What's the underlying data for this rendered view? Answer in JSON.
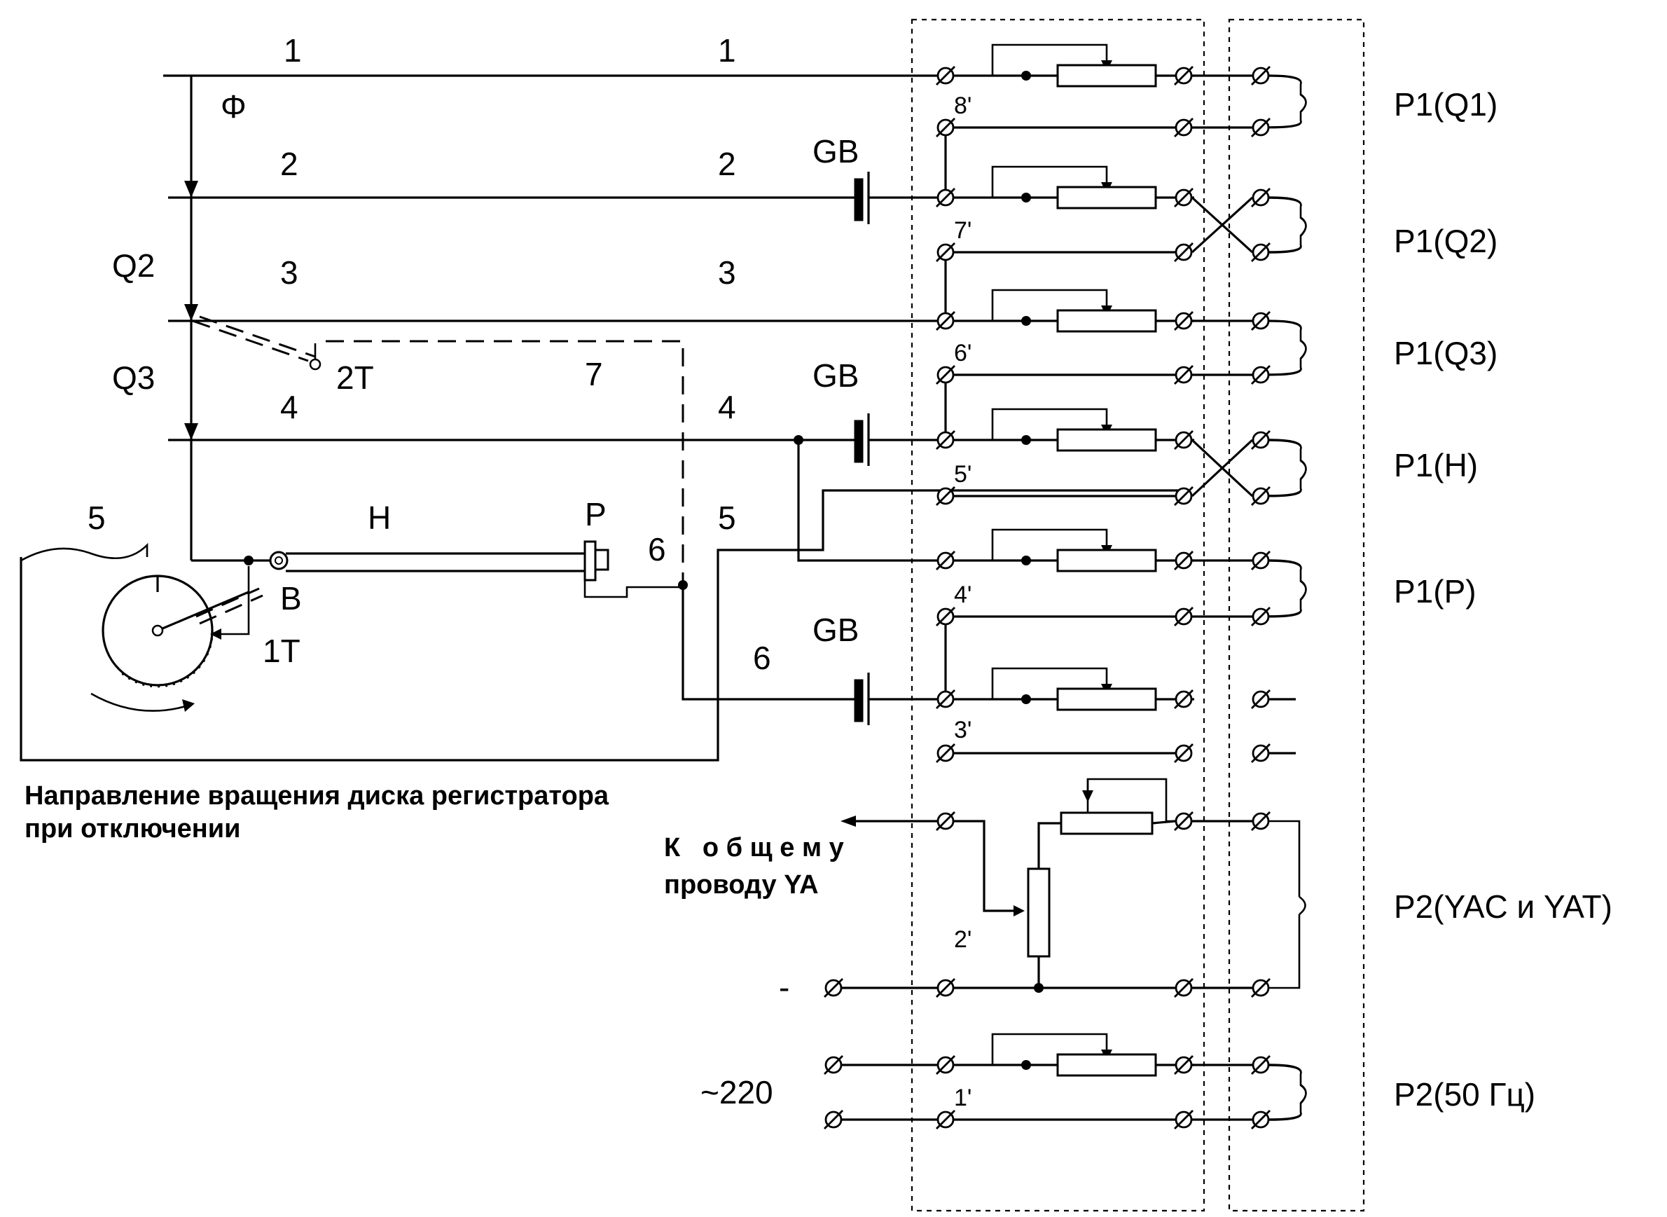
{
  "wires": {
    "w1_left": "1",
    "w1_right": "1",
    "w2_left": "2",
    "w2_right": "2",
    "w3_left": "3",
    "w3_right": "3",
    "w4_left": "4",
    "w4_right": "4",
    "w5_left": "5",
    "w5_right": "5",
    "w6_mid": "6",
    "w6_low": "6",
    "w7": "7"
  },
  "bus_labels": {
    "phi": "Φ",
    "q2": "Q2",
    "q3": "Q3"
  },
  "registrar": {
    "h": "H",
    "p": "P",
    "b": "B",
    "t1": "1T",
    "t2": "2T"
  },
  "batteries": {
    "gb1": "GB",
    "gb2": "GB",
    "gb3": "GB"
  },
  "caption": {
    "line1": "Направление вращения диска регистратора",
    "line2": "при отключении"
  },
  "common_wire": {
    "line1": "К   о б щ е м у",
    "line2": "проводу YA"
  },
  "supply": {
    "minus": "-",
    "ac": "~220"
  },
  "terminal_primes": [
    "8'",
    "7'",
    "6'",
    "5'",
    "4'",
    "3'",
    "2'",
    "1'"
  ],
  "outputs": [
    "P1(Q1)",
    "P1(Q2)",
    "P1(Q3)",
    "P1(H)",
    "P1(P)",
    "P2(YAC и YAT)",
    "P2(50 Гц)"
  ]
}
